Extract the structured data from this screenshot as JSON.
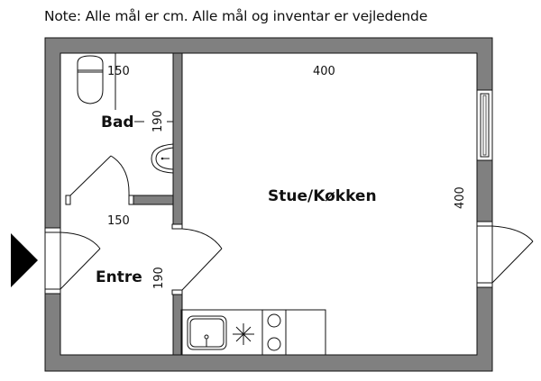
{
  "note": "Note: Alle mål er cm. Alle mål og inventar er vejledende",
  "rooms": {
    "bad": "Bad",
    "entre": "Entre",
    "stue": "Stue/Køkken"
  },
  "dimensions": {
    "bad_width": "150",
    "bad_depth": "190",
    "entre_width": "150",
    "entre_depth": "190",
    "stue_width": "400",
    "stue_depth": "400"
  },
  "colors": {
    "wall": "#808080",
    "line": "#111111"
  }
}
